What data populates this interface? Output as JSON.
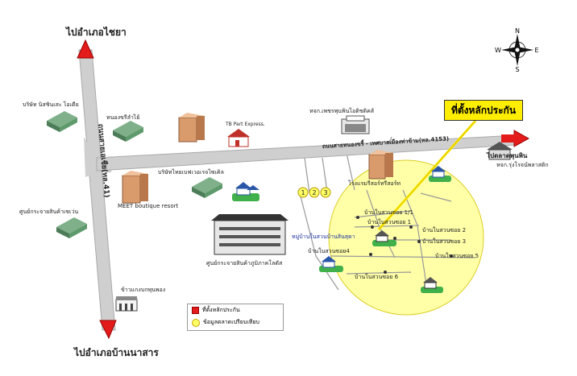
{
  "north_dest": "ไปอำเภอไชยา",
  "south_dest": "ไปอำเภอบ้านนาสาร",
  "east_dest": "ไปตลาดพุนพิน",
  "road_vertical": "ถนนสายเอเชีย(ทล.41)",
  "road_horizontal": "ถนนสายหนองขรี้ - เทศบาลเมืองท่าข้าม(ทล.4153)",
  "compass": {
    "n": "N",
    "s": "S",
    "e": "E",
    "w": "W"
  },
  "callout": "ที่ตั้งหลักประกัน",
  "places": {
    "nissin": "บริษัท นิสชินเสะ ไอเดีย",
    "nongkhri_lamyai": "หนองขรีลำไย้",
    "tb_part": "TB Part Express.",
    "phet_phunphin": "หจก.เพชรพุนพินไอติชติคส์",
    "rungrot": "หจก.รุ่งโรจน์พลาสติก",
    "center_dist": "ศูนย์กระจายสินค้าเซเว่น",
    "thai_bev": "บริษัทไทยเบฟเวอเรจไซเคิล",
    "meet": "MEET boutique resort",
    "resort_hotel": "โรงแรมรีสอร์ทรีสอร์ท",
    "regional_center": "ศูนย์กระจายสินค้าภูมิภาคโลตัส",
    "rice": "ข้าวแกงบกพุนพอง",
    "village": "หมู่บ้านในสวนบ้านสินสุดา"
  },
  "houses": [
    "บ้านในสวนซอย 1/1",
    "บ้านในสวนซอย 1",
    "บ้านในสวนซอย 2",
    "บ้านในสวนซอย 3",
    "บ้านในสวนซอย4",
    "บ้านในสวนซอย 5",
    "บ้านในสวนซอย 6"
  ],
  "markers": [
    "1",
    "2",
    "3"
  ],
  "legend": {
    "collateral": "ที่ตั้งหลักประกัน",
    "compare": "ข้อมูลตลาดเปรียบเทียบ"
  },
  "colors": {
    "road": "#cccccc",
    "arrow": "#e31b1b",
    "zone": "#ffff99",
    "callout": "#ffee00"
  }
}
